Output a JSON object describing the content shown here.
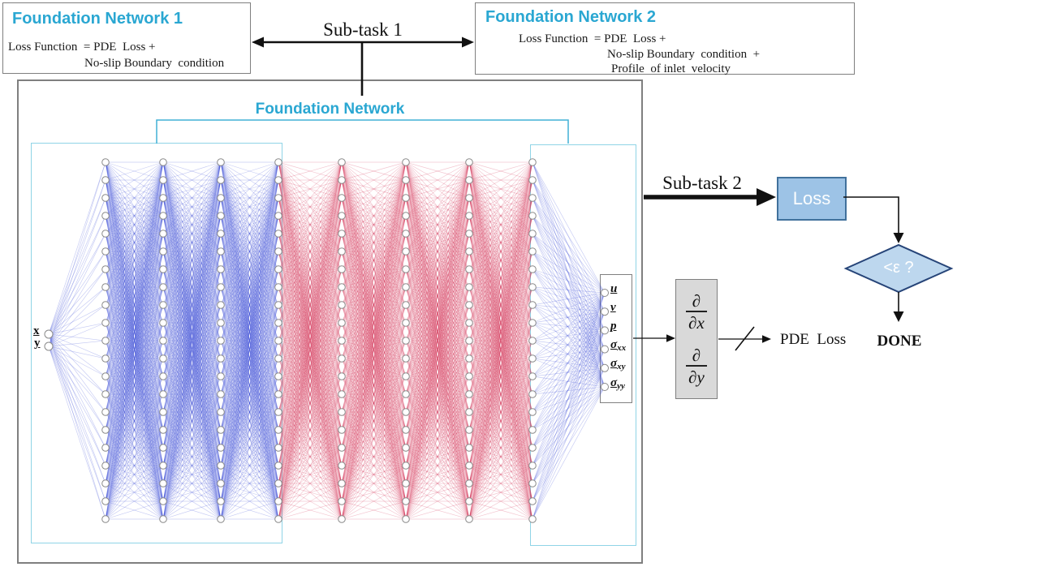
{
  "fn1": {
    "title": "Foundation Network 1",
    "lines": [
      "Loss Function  = PDE  Loss +",
      "No-slip Boundary  condition"
    ]
  },
  "fn2": {
    "title": "Foundation Network 2",
    "lines": [
      "Loss Function  = PDE  Loss +",
      "No-slip Boundary  condition  +",
      "Profile  of inlet  velocity"
    ]
  },
  "subtask1": "Sub-task 1",
  "subtask2": "Sub-task 2",
  "main_title": "Foundation Network",
  "loss_label": "Loss",
  "decision_label": "<ε ?",
  "done_label": "DONE",
  "pde_loss_label": "PDE  Loss",
  "derivative": {
    "n1": "∂",
    "d1": "∂x",
    "n2": "∂",
    "d2": "∂y"
  },
  "network": {
    "input_labels": [
      "x",
      "y"
    ],
    "hidden_layers": 8,
    "nodes_per_hidden": 21,
    "outputs": [
      {
        "m": "u",
        "s": ""
      },
      {
        "m": "v",
        "s": ""
      },
      {
        "m": "p",
        "s": ""
      },
      {
        "m": "σ",
        "s": "xx"
      },
      {
        "m": "σ",
        "s": "xy"
      },
      {
        "m": "σ",
        "s": "yy"
      }
    ],
    "edge_segment_colors": [
      "blue",
      "blue",
      "blue",
      "blue",
      "red",
      "red",
      "red",
      "red",
      "blue"
    ]
  },
  "colors": {
    "heading_cyan": "#2AA7D2",
    "bracket_cyan": "#41B0D5",
    "inner_box_cyan": "#8FD4E6",
    "edge_blue": "rgba(64,78,215,0.30)",
    "edge_red": "rgba(210,45,80,0.27)",
    "node_stroke": "#8a8a8a",
    "loss_fill": "#9DC3E6",
    "loss_border": "#41719C",
    "diamond_fill": "#BDD7EE",
    "diamond_border": "#264478",
    "deriv_fill": "#D9D9D9",
    "box_border": "#7F7F7F"
  }
}
